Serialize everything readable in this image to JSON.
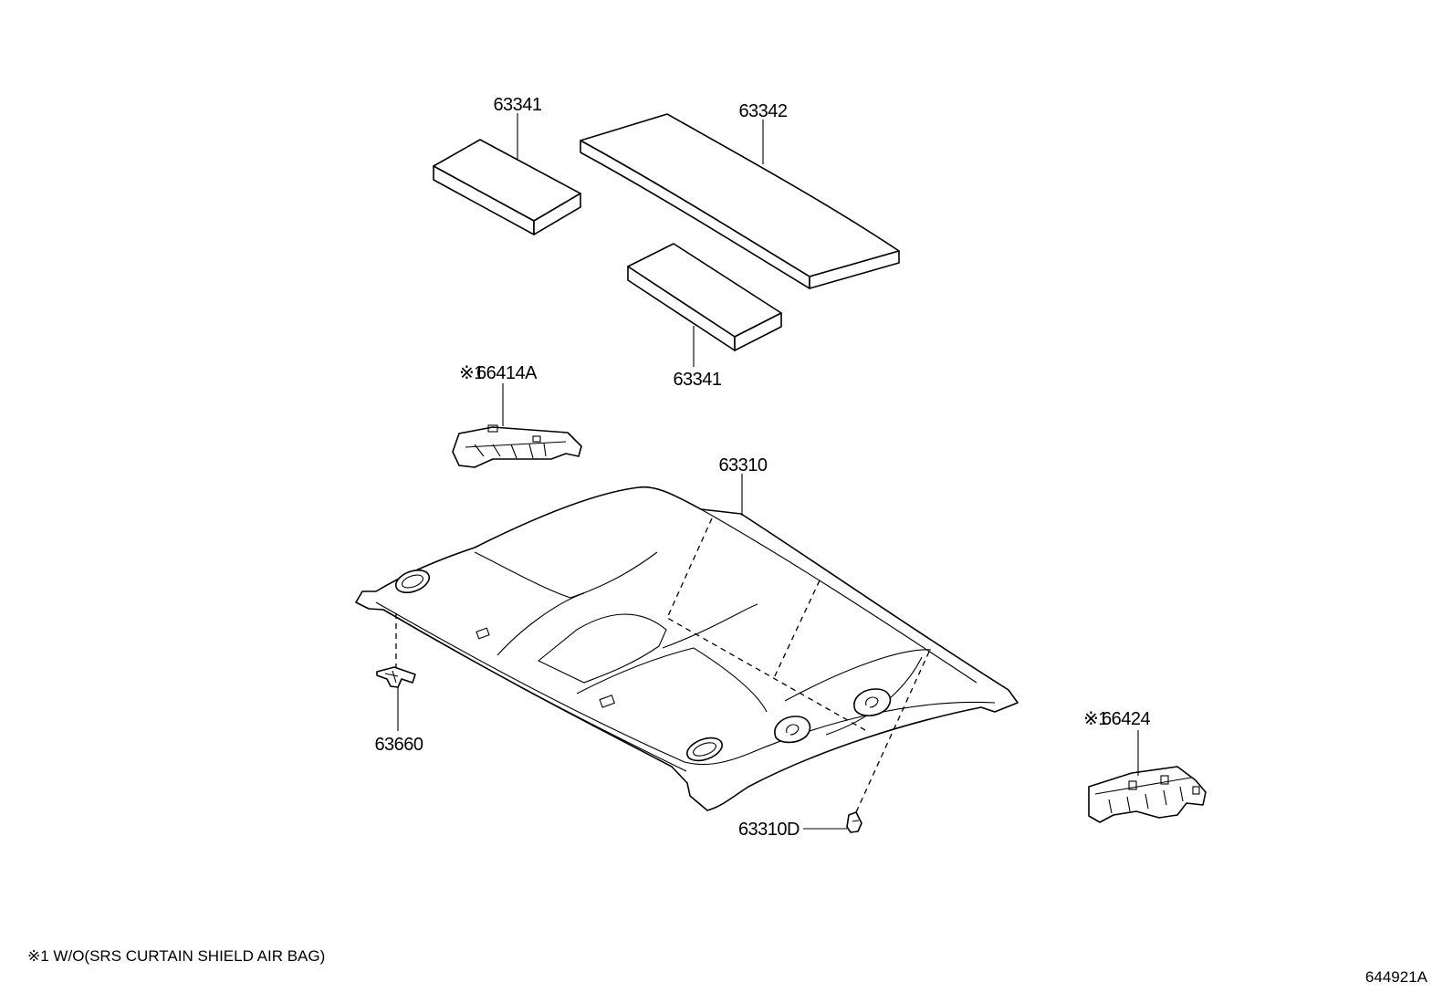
{
  "parts": [
    {
      "id": "p63341a",
      "number": "63341"
    },
    {
      "id": "p63342",
      "number": "63342"
    },
    {
      "id": "p63341b",
      "number": "63341"
    },
    {
      "id": "p66414A",
      "number": "66414A",
      "mark": "※1"
    },
    {
      "id": "p63310",
      "number": "63310"
    },
    {
      "id": "p63660",
      "number": "63660"
    },
    {
      "id": "p66424",
      "number": "66424",
      "mark": "※1"
    },
    {
      "id": "p63310D",
      "number": "63310D"
    }
  ],
  "footnote": "※1 W/O(SRS CURTAIN SHIELD AIR BAG)",
  "diagram_code": "644921A"
}
